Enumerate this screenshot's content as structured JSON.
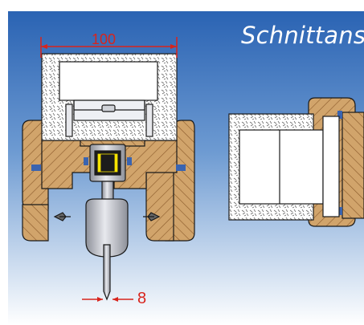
{
  "title": "Schnittans",
  "dimensions": {
    "top": "100",
    "bottom": "8"
  },
  "colors": {
    "background_top": "#2a63b3",
    "background_bottom": "#ffffff",
    "dimension_line": "#d8241c",
    "wood": "#d1a46b",
    "insulation": "#ffffff",
    "steel": "#b9bcc4",
    "yellow_part": "#f6e400"
  }
}
